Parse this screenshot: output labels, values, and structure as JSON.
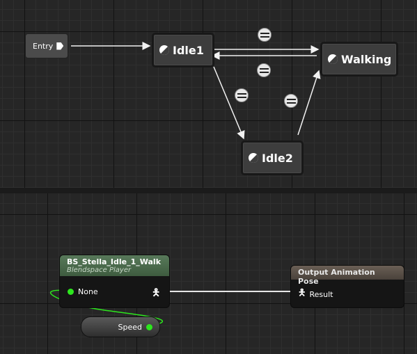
{
  "state_machine": {
    "entry_label": "Entry",
    "states": [
      "Idle1",
      "Walking",
      "Idle2"
    ]
  },
  "anim_graph": {
    "blendspace": {
      "title": "BS_Stella_Idle_1_Walk",
      "subtitle": "Blendspace Player",
      "input_pin": "None"
    },
    "output": {
      "title": "Output Animation Pose",
      "pin": "Result"
    },
    "variable": {
      "label": "Speed"
    },
    "colors": {
      "pin_green": "#2de61e",
      "header_green": "#4b6e48",
      "header_brown": "#5e544b"
    }
  },
  "icons": {
    "transition": "transition-rule-icon",
    "state": "state-icon",
    "pose": "person-pose-icon"
  }
}
